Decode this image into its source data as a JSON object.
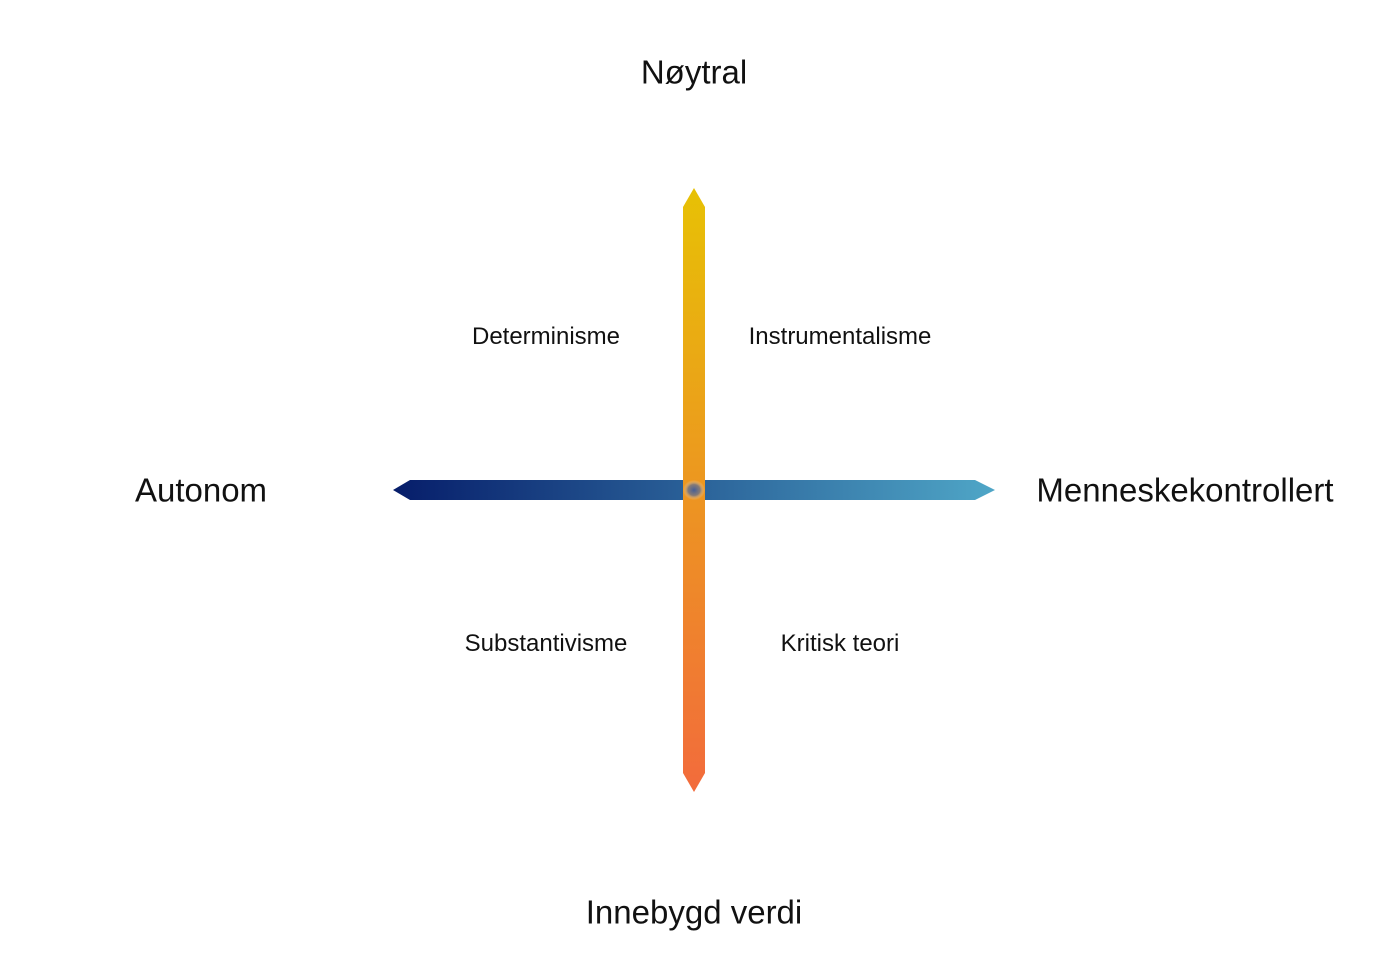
{
  "diagram": {
    "axes": {
      "top": "Nøytral",
      "bottom": "Innebygd verdi",
      "left": "Autonom",
      "right": "Menneskekontrollert"
    },
    "quadrants": {
      "top_left": "Determinisme",
      "top_right": "Instrumentalisme",
      "bottom_left": "Substantivisme",
      "bottom_right": "Kritisk teori"
    },
    "colors": {
      "horizontal_start": "#061d6a",
      "horizontal_end": "#4fa6c7",
      "vertical_start": "#e7c105",
      "vertical_end": "#f26b3c",
      "text": "#111111",
      "background": "#ffffff"
    }
  }
}
